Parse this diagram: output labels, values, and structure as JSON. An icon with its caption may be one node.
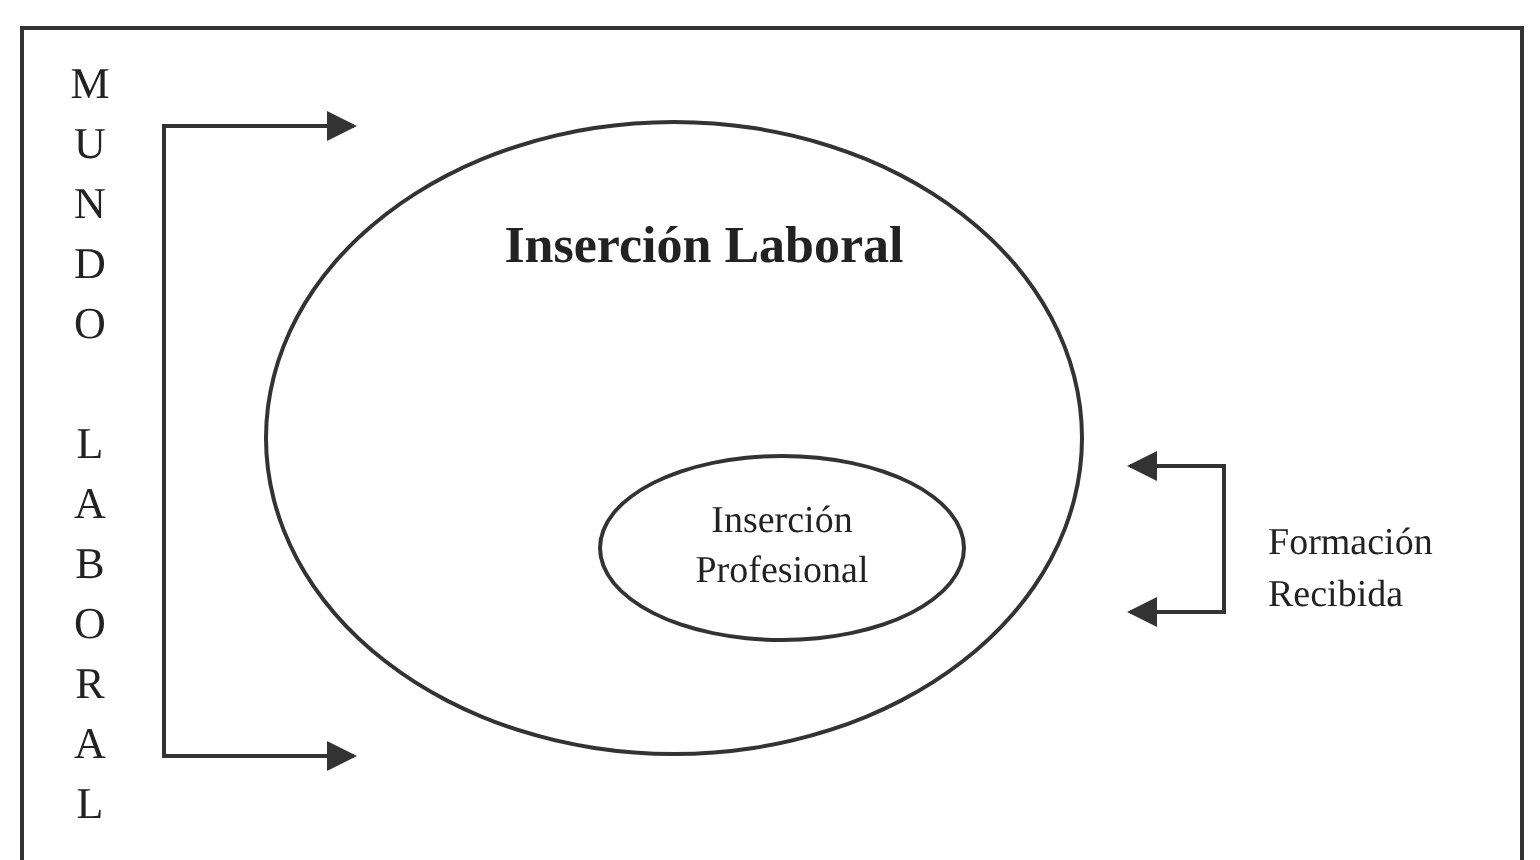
{
  "diagram": {
    "nodes": [
      {
        "text": [
          "MUNDO LABORAL"
        ]
      },
      {
        "text": [
          "Inserción Laboral"
        ]
      },
      {
        "text": [
          "Inserción Profesional"
        ],
        "in": 1
      },
      {
        "text": [
          "Formación Recibida"
        ]
      }
    ],
    "edges": [
      {
        "from": 0,
        "to": 1,
        "arrow": "to"
      },
      {
        "from": 0,
        "to": 1,
        "arrow": "to"
      },
      {
        "from": 3,
        "to": 1,
        "arrow": "to"
      },
      {
        "from": 3,
        "to": 1,
        "arrow": "to"
      }
    ]
  }
}
